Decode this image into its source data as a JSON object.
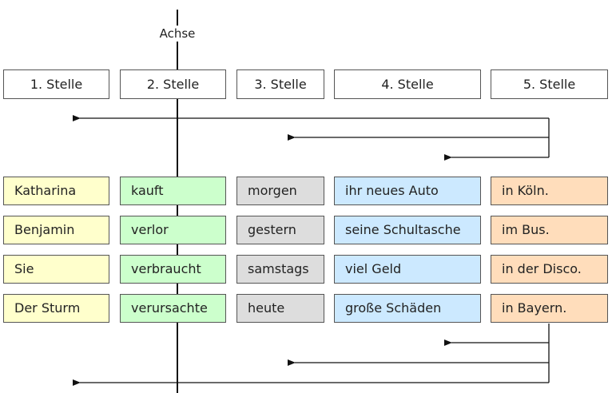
{
  "axis_label": "Achse",
  "headers": [
    "1. Stelle",
    "2. Stelle",
    "3. Stelle",
    "4. Stelle",
    "5. Stelle"
  ],
  "column_colors": [
    "#ffffcc",
    "#ccffcc",
    "#dddddd",
    "#cce9ff",
    "#ffddbb"
  ],
  "rows": [
    [
      "Katharina",
      "kauft",
      "morgen",
      "ihr neues Auto",
      "in Köln."
    ],
    [
      "Benjamin",
      "verlor",
      "gestern",
      "seine Schultasche",
      "im Bus."
    ],
    [
      "Sie",
      "verbraucht",
      "samstags",
      "viel Geld",
      "in der Disco."
    ],
    [
      "Der Sturm",
      "verursachte",
      "heute",
      "große Schäden",
      "in Bayern."
    ]
  ]
}
